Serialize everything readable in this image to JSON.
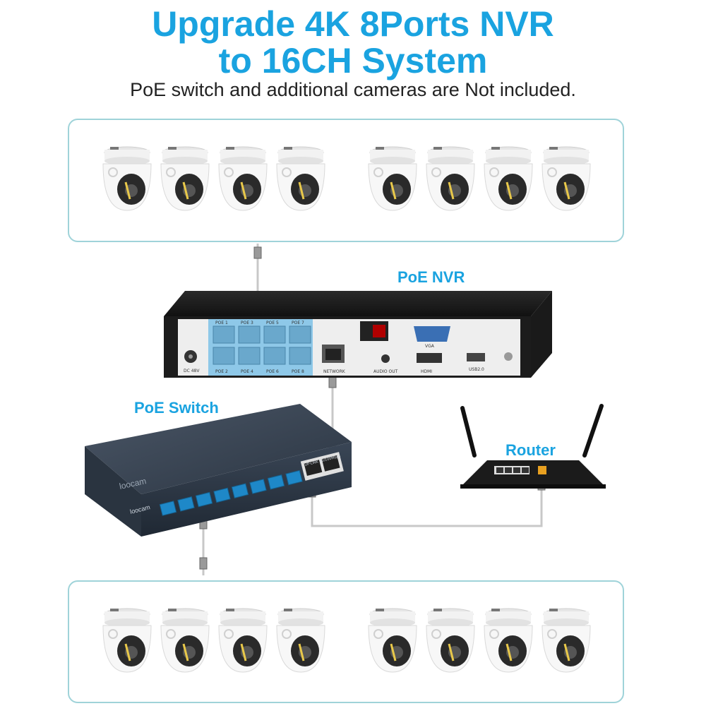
{
  "header": {
    "title_line1": "Upgrade 4K 8Ports NVR",
    "title_line2": "to 16CH System",
    "subtitle": "PoE switch and additional cameras are Not included."
  },
  "labels": {
    "nvr": "PoE NVR",
    "switch": "PoE Switch",
    "router": "Router"
  },
  "nvr_ports": {
    "top": [
      "POE 1",
      "POE 3",
      "POE 5",
      "POE 7"
    ],
    "bottom": [
      "POE 2",
      "POE 4",
      "POE 6",
      "POE 8"
    ],
    "dc": "DC 48V",
    "network": "NETWORK",
    "audio": "AUDIO OUT",
    "vga": "VGA",
    "hdmi": "HDMI",
    "usb": "USB2.0"
  },
  "switch_text": {
    "brand": "loocam",
    "brand_front": "loocam",
    "uplink": "UP-LINK 10/100Mbps"
  },
  "colors": {
    "accent": "#1aa3e0",
    "box_border": "#9fd3d9"
  }
}
